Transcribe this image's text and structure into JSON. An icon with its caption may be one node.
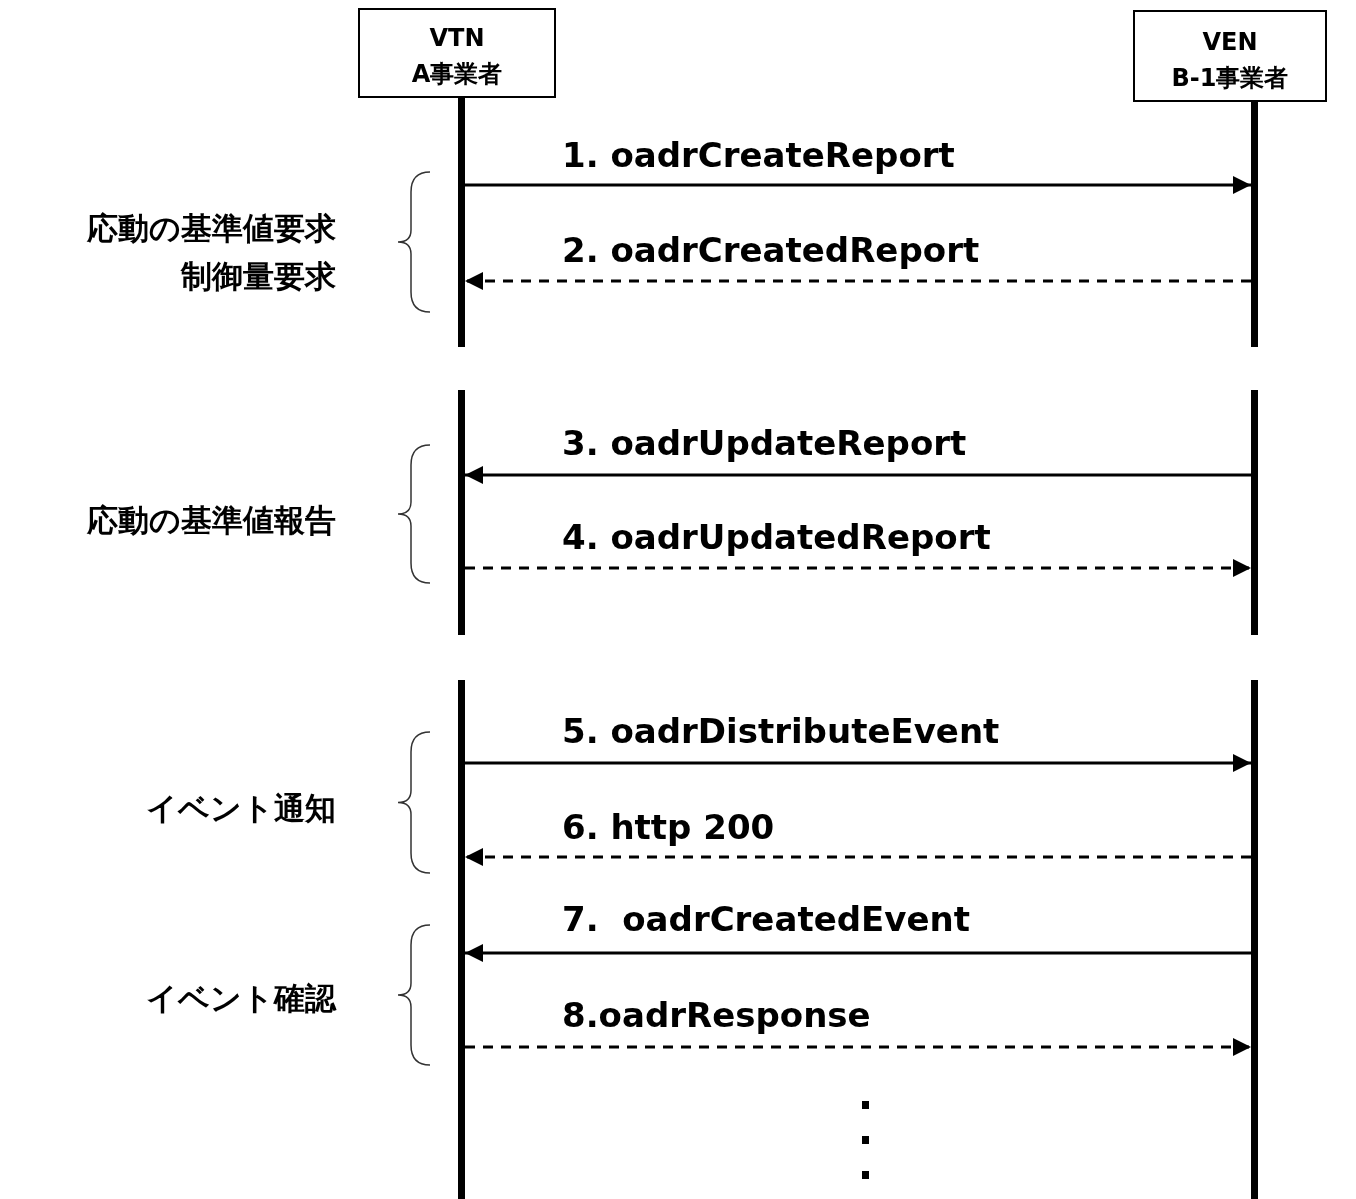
{
  "diagram": {
    "nodes": [
      {
        "text": [
          "VTN",
          "A事業者"
        ]
      },
      {
        "text": [
          "VEN",
          "B-1事業者"
        ]
      },
      {
        "text": [],
        "shape": "bar"
      },
      {
        "text": [],
        "shape": "bar"
      },
      {
        "text": [],
        "shape": "bar"
      },
      {
        "text": [],
        "shape": "bar"
      },
      {
        "text": [],
        "shape": "bar"
      },
      {
        "text": [],
        "shape": "bar"
      }
    ],
    "edges": [
      {
        "from": 2,
        "to": 3,
        "arrow": "to",
        "label": "1. oadrCreateReport"
      },
      {
        "from": 3,
        "to": 2,
        "arrow": "to",
        "label": "2. oadrCreatedReport",
        "style": "dashed"
      },
      {
        "from": 5,
        "to": 4,
        "arrow": "to",
        "label": "3. oadrUpdateReport"
      },
      {
        "from": 4,
        "to": 5,
        "arrow": "to",
        "label": "4. oadrUpdatedReport",
        "style": "dashed"
      },
      {
        "from": 6,
        "to": 7,
        "arrow": "to",
        "label": "5. oadrDistributeEvent"
      },
      {
        "from": 7,
        "to": 6,
        "arrow": "to",
        "label": "6. http 200",
        "style": "dashed"
      },
      {
        "from": 7,
        "to": 6,
        "arrow": "to",
        "label": "7.  oadrCreatedEvent"
      },
      {
        "from": 6,
        "to": 7,
        "arrow": "to",
        "label": "8.oadrResponse",
        "style": "dashed"
      }
    ],
    "labels": [
      "応動の基準値要求",
      "制御量要求",
      "応動の基準値報告",
      "イベント通知",
      "イベント確認"
    ]
  }
}
